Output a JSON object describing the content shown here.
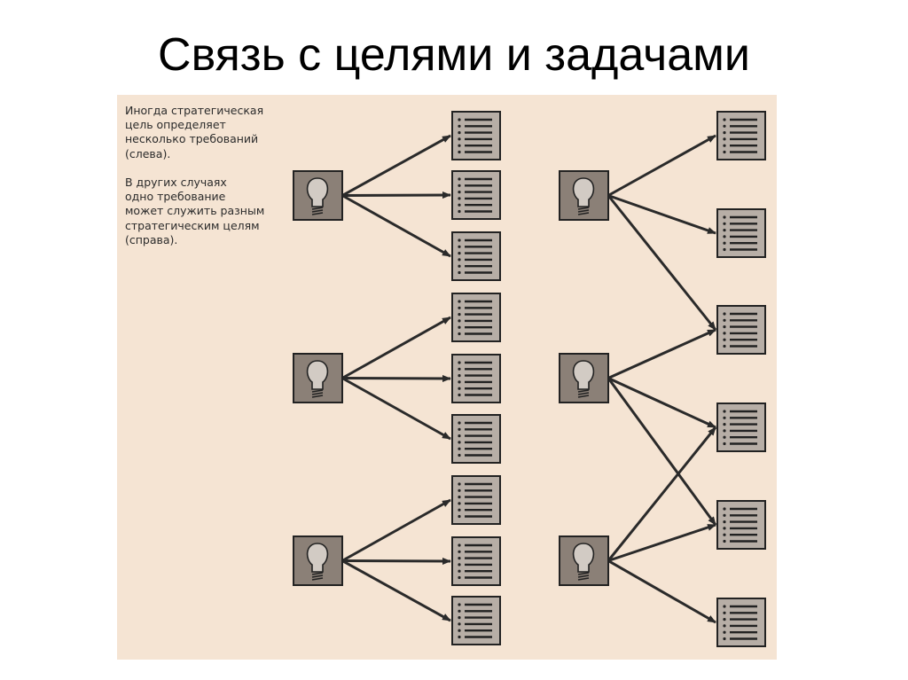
{
  "title": "Связь с целями и задачами",
  "caption": {
    "paragraph1": "Иногда стратегическая\nцель определяет\nнесколько требований\n(слева).",
    "paragraph2": "В других случаях\nодно требование\nможет служить разным\nстратегическим целям\n(справа)."
  },
  "colors": {
    "panel_background": "#f5e4d3",
    "goal_box": "#8b8077",
    "requirement_box": "#b7aea6",
    "arrow": "#2a2a2a"
  },
  "icons": {
    "goal": "lightbulb-icon",
    "requirement": "list-document-icon"
  },
  "diagram": {
    "left": {
      "goals": 3,
      "requirements": 9,
      "links": [
        [
          0,
          0
        ],
        [
          0,
          1
        ],
        [
          0,
          2
        ],
        [
          1,
          3
        ],
        [
          1,
          4
        ],
        [
          1,
          5
        ],
        [
          2,
          6
        ],
        [
          2,
          7
        ],
        [
          2,
          8
        ]
      ]
    },
    "right": {
      "goals": 3,
      "requirements": 6,
      "links": [
        [
          0,
          0
        ],
        [
          0,
          1
        ],
        [
          0,
          2
        ],
        [
          1,
          2
        ],
        [
          1,
          3
        ],
        [
          1,
          4
        ],
        [
          2,
          3
        ],
        [
          2,
          4
        ],
        [
          2,
          5
        ]
      ]
    }
  }
}
